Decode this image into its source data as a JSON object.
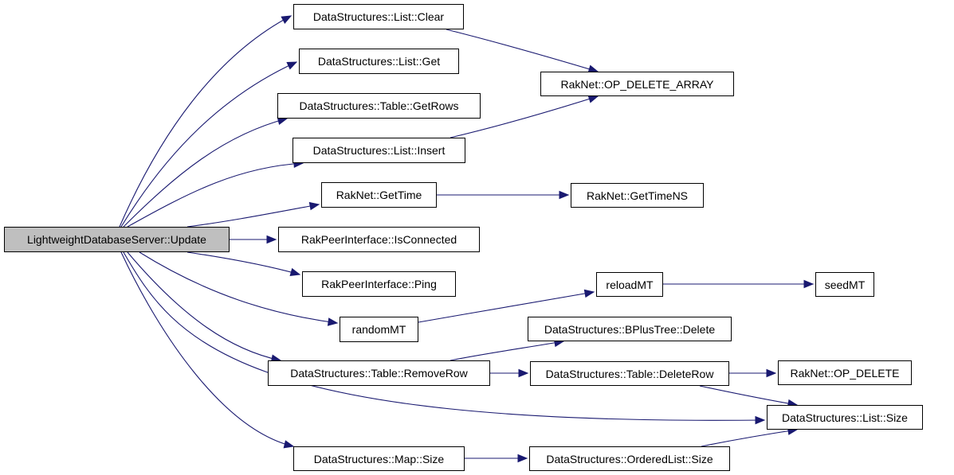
{
  "diagram": {
    "type": "call-graph",
    "colors": {
      "edge": "#191970",
      "root_fill": "#bfbfbf",
      "node_fill": "#ffffff",
      "border": "#000000"
    },
    "nodes": [
      {
        "id": "root",
        "label": "LightweightDatabaseServer::Update",
        "root": true
      },
      {
        "id": "list_clear",
        "label": "DataStructures::List::Clear"
      },
      {
        "id": "list_get",
        "label": "DataStructures::List::Get"
      },
      {
        "id": "table_getrows",
        "label": "DataStructures::Table::GetRows"
      },
      {
        "id": "list_insert",
        "label": "DataStructures::List::Insert"
      },
      {
        "id": "op_delete_array",
        "label": "RakNet::OP_DELETE_ARRAY"
      },
      {
        "id": "gettime",
        "label": "RakNet::GetTime"
      },
      {
        "id": "gettimens",
        "label": "RakNet::GetTimeNS"
      },
      {
        "id": "isconnected",
        "label": "RakPeerInterface::IsConnected"
      },
      {
        "id": "ping",
        "label": "RakPeerInterface::Ping"
      },
      {
        "id": "randommt",
        "label": "randomMT"
      },
      {
        "id": "reloadmt",
        "label": "reloadMT"
      },
      {
        "id": "seedmt",
        "label": "seedMT"
      },
      {
        "id": "bplustree_delete",
        "label": "DataStructures::BPlusTree::Delete"
      },
      {
        "id": "table_removerow",
        "label": "DataStructures::Table::RemoveRow"
      },
      {
        "id": "table_deleterow",
        "label": "DataStructures::Table::DeleteRow"
      },
      {
        "id": "op_delete",
        "label": "RakNet::OP_DELETE"
      },
      {
        "id": "list_size",
        "label": "DataStructures::List::Size"
      },
      {
        "id": "map_size",
        "label": "DataStructures::Map::Size"
      },
      {
        "id": "orderedlist_size",
        "label": "DataStructures::OrderedList::Size"
      }
    ],
    "edges": [
      [
        "root",
        "list_clear"
      ],
      [
        "root",
        "list_get"
      ],
      [
        "root",
        "table_getrows"
      ],
      [
        "root",
        "list_insert"
      ],
      [
        "root",
        "gettime"
      ],
      [
        "root",
        "isconnected"
      ],
      [
        "root",
        "ping"
      ],
      [
        "root",
        "randommt"
      ],
      [
        "root",
        "table_removerow"
      ],
      [
        "root",
        "list_size"
      ],
      [
        "root",
        "map_size"
      ],
      [
        "list_clear",
        "op_delete_array"
      ],
      [
        "list_insert",
        "op_delete_array"
      ],
      [
        "gettime",
        "gettimens"
      ],
      [
        "randommt",
        "reloadmt"
      ],
      [
        "reloadmt",
        "seedmt"
      ],
      [
        "table_removerow",
        "bplustree_delete"
      ],
      [
        "table_removerow",
        "table_deleterow"
      ],
      [
        "table_deleterow",
        "op_delete"
      ],
      [
        "table_deleterow",
        "list_size"
      ],
      [
        "map_size",
        "orderedlist_size"
      ],
      [
        "orderedlist_size",
        "list_size"
      ]
    ]
  }
}
